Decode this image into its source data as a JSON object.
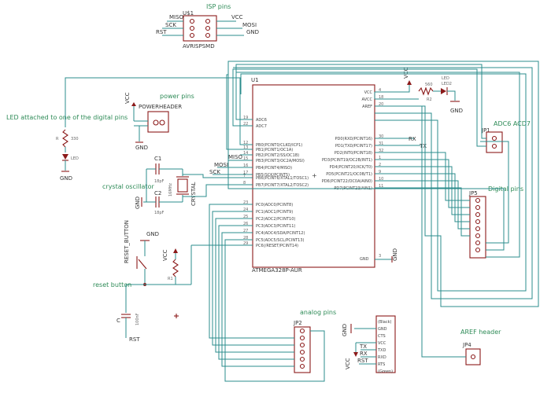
{
  "isp": {
    "title": "ISP pins",
    "ref": "U$1",
    "name": "AVRISPSMD",
    "miso": "MISO",
    "sck": "SCK",
    "rst": "RST",
    "vcc": "VCC",
    "mosi": "MOSI",
    "gnd": "GND"
  },
  "power": {
    "title": "power pins",
    "name": "POWERHEADER",
    "vcc": "VCC",
    "gnd": "GND"
  },
  "led_digital": {
    "title": "LED attached to one of the digital pins",
    "r": "R",
    "r_val": "330",
    "led": "LED",
    "gnd": "GND"
  },
  "crystal": {
    "title": "crystal oscillator",
    "c1": "C1",
    "c1_val": "18pF",
    "c2": "C2",
    "c2_val": "18pF",
    "ref": "CRYSTAL",
    "freq": "16MHz",
    "gnd": "GND"
  },
  "reset": {
    "title": "reset button",
    "button": "RESET_BUTTON",
    "gnd": "GND",
    "vcc": "VCC",
    "r": "R1",
    "c": "C",
    "c_val": "100nF",
    "rst": "RST"
  },
  "mcu": {
    "ref": "U1",
    "name": "ATMEGA328P-AUR",
    "left_pins": [
      {
        "name": "ADC6",
        "num": "19"
      },
      {
        "name": "ADC7",
        "num": "22"
      },
      {
        "name": "PB0(PCINT0/CLKO/ICP1)",
        "num": "12"
      },
      {
        "name": "PB1(PCINT1/OC1A)",
        "num": "13"
      },
      {
        "name": "PB2(PCINT2/SS/OC1B)",
        "num": "14"
      },
      {
        "name": "PB3(PCINT3/OC2A/MOSI)",
        "num": "15"
      },
      {
        "name": "PB4(PCINT4/MISO)",
        "num": "16"
      },
      {
        "name": "PB5(SCK/PCINT5)",
        "num": "17"
      },
      {
        "name": "PB6(PCINT6/XTAL1/TOSC1)",
        "num": "7"
      },
      {
        "name": "PB7(PCINT7/XTAL2/TOSC2)",
        "num": "8"
      },
      {
        "name": "PC0(ADC0/PCINT8)",
        "num": "23"
      },
      {
        "name": "PC1(ADC1/PCINT9)",
        "num": "24"
      },
      {
        "name": "PC2(ADC2/PCINT10)",
        "num": "25"
      },
      {
        "name": "PC3(ADC3/PCINT11)",
        "num": "26"
      },
      {
        "name": "PC4(ADC4/SDA/PCINT12)",
        "num": "27"
      },
      {
        "name": "PC5(ADC5/SCL/PCINT13)",
        "num": "28"
      },
      {
        "name": "PC6(/RESET/PCINT14)",
        "num": "29"
      }
    ],
    "right_top": [
      {
        "name": "VCC",
        "num": "4"
      },
      {
        "name": "AVCC",
        "num": "18"
      },
      {
        "name": "AREF",
        "num": "20"
      }
    ],
    "right_pins": [
      {
        "name": "PD0(RXD/PCINT16)",
        "num": "30"
      },
      {
        "name": "PD1(TXD/PCINT17)",
        "num": "31"
      },
      {
        "name": "PD2(INT0/PCINT18)",
        "num": "32"
      },
      {
        "name": "PD3(PCINT19/OC2B/INT1)",
        "num": "1"
      },
      {
        "name": "PD4(PCINT20/XCK/T0)",
        "num": "2"
      },
      {
        "name": "PD5(PCINT21/OC0B/T1)",
        "num": "9"
      },
      {
        "name": "PD6(PCINT22/OC0A/AIN0)",
        "num": "10"
      },
      {
        "name": "PD7(PCINT23/AIN1)",
        "num": "11"
      }
    ],
    "gnd": {
      "name": "GND",
      "num": "3"
    }
  },
  "net_labels": {
    "miso": "MISO",
    "mosi": "MOSI",
    "sck": "SCK",
    "rx": "RX",
    "tx": "TX",
    "vcc": "VCC",
    "gnd": "GND"
  },
  "status_led": {
    "r": "R2",
    "r_val": "560",
    "led": "LED",
    "led_ref": "LED2",
    "vcc": "VCC",
    "gnd": "GND"
  },
  "adc_header": {
    "title": "ADC6 ACD7",
    "ref": "JP1"
  },
  "digital_header": {
    "title": "Digital pins",
    "ref": "JP5"
  },
  "analog_header": {
    "title": "analog pins",
    "ref": "JP2"
  },
  "ftdi": {
    "pins": [
      "(Black)",
      "GND",
      "CTS",
      "VCC",
      "TXD",
      "RXD",
      "RTS",
      "(Green)"
    ],
    "gnd": "GND",
    "tx": "TX",
    "rx": "RX",
    "rst": "RST",
    "vcc": "VCC"
  },
  "aref_header": {
    "title": "AREF header",
    "ref": "JP4"
  }
}
